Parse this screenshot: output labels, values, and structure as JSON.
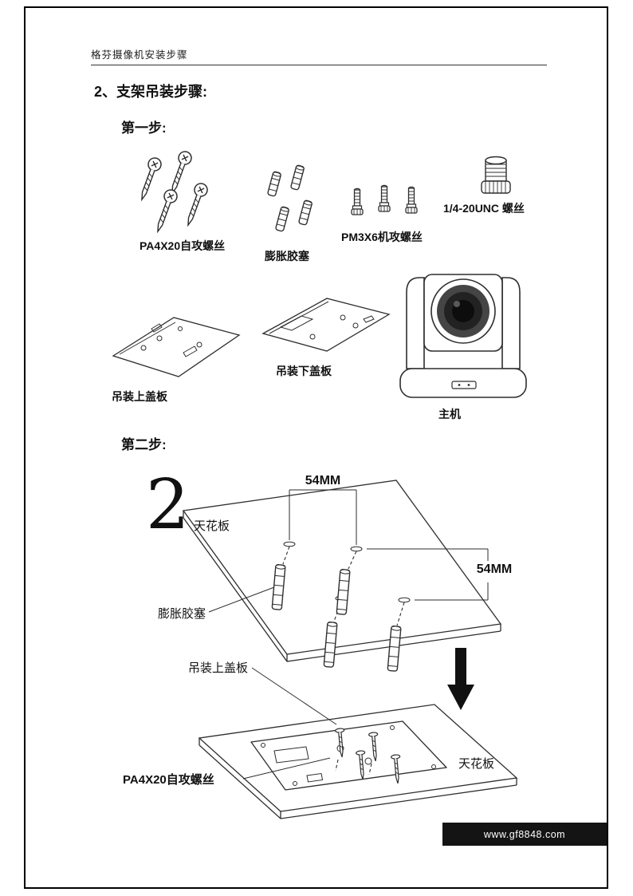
{
  "page": {
    "header": "格芬摄像机安装步骤",
    "section_title": "2、支架吊装步骤:",
    "step1": "第一步:",
    "step2": "第二步:",
    "footer_url": "www.gf8848.com"
  },
  "parts": {
    "tapping_screws": "PA4X20自攻螺丝",
    "expansion_plugs": "膨胀胶塞",
    "machine_screws": "PM3X6机攻螺丝",
    "unc_screw": "1/4-20UNC 螺丝",
    "upper_plate": "吊装上盖板",
    "lower_plate": "吊装下盖板",
    "camera": "主机"
  },
  "step2_diagram": {
    "figure_number": "2",
    "dimension_top": "54MM",
    "dimension_right": "54MM",
    "ceiling_label_top": "天花板",
    "expansion_plug_label": "膨胀胶塞",
    "upper_plate_label": "吊装上盖板",
    "tapping_screw_label": "PA4X20自攻螺丝",
    "ceiling_label_bottom": "天花板"
  },
  "colors": {
    "ink": "#111111",
    "line": "#2e2e2e",
    "footer_bg": "#141414",
    "footer_text": "#ffffff"
  }
}
